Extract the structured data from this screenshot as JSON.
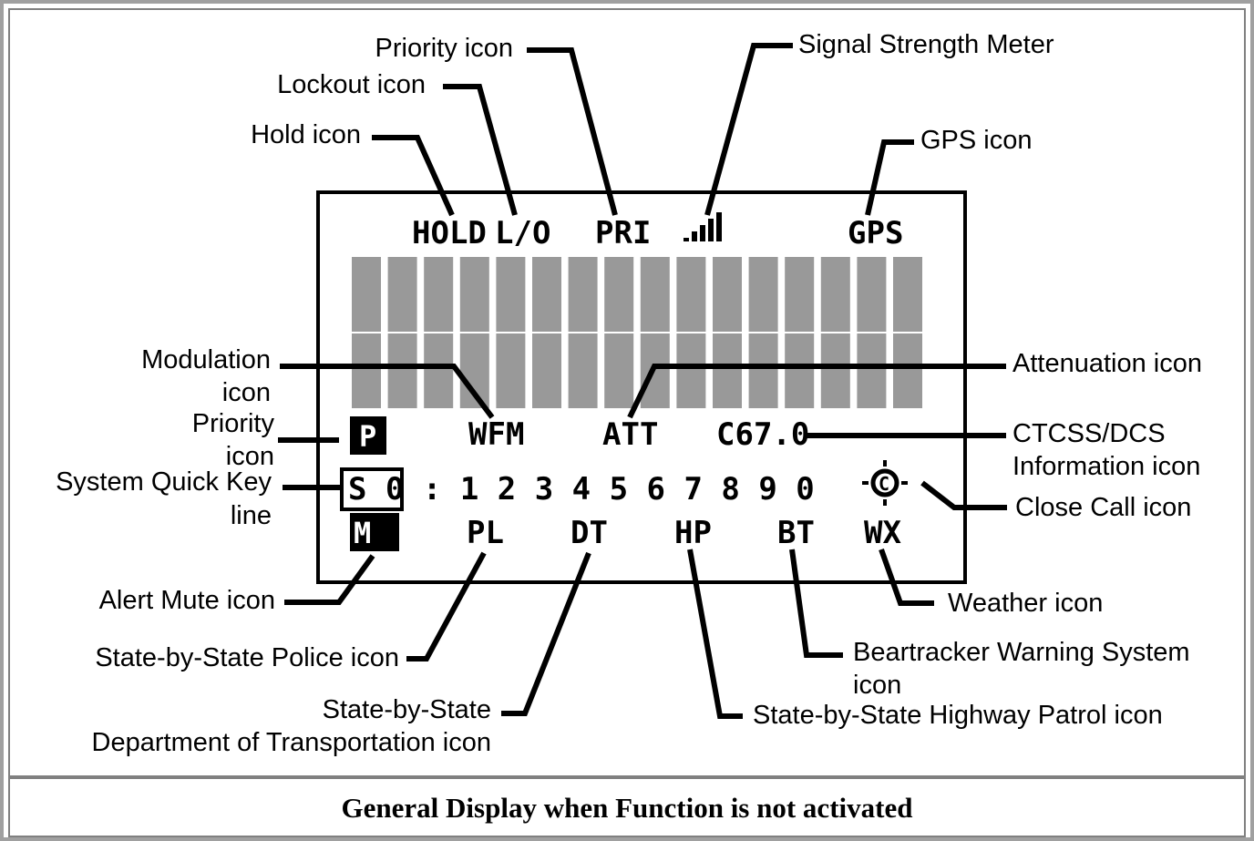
{
  "caption": "General Display when Function is not activated",
  "labels": {
    "priority_top": "Priority icon",
    "lockout": "Lockout icon",
    "hold": "Hold icon",
    "signal": "Signal Strength Meter",
    "gps": "GPS icon",
    "modulation_1": "Modulation",
    "modulation_2": "icon",
    "priority_left_1": "Priority",
    "priority_left_2": "icon",
    "sqk_1": "System Quick Key",
    "sqk_2": "line",
    "alert_mute": "Alert Mute icon",
    "police": "State-by-State Police icon",
    "dot_1": "State-by-State",
    "dot_2": "Department of Transportation icon",
    "attenuation": "Attenuation icon",
    "ctcss_1": "CTCSS/DCS",
    "ctcss_2": "Information icon",
    "close_call": "Close Call icon",
    "weather": "Weather icon",
    "beartracker_1": "Beartracker Warning System",
    "beartracker_2": "icon",
    "highway": "State-by-State Highway Patrol icon"
  },
  "lcd": {
    "hold": "HOLD",
    "lockout": "L/O",
    "priority": "PRI",
    "gps": "GPS",
    "p_badge": "P",
    "modulation": "WFM",
    "attenuation": "ATT",
    "ctcss": "C67.0",
    "sqk_line": "S 0 : 1 2 3 4 5 6 7 8 9 0",
    "m_badge": "M",
    "police": "PL",
    "dot": "DT",
    "highway": "HP",
    "beartracker": "BT",
    "weather": "WX",
    "close_call_glyph": "C"
  },
  "signal_strength_bars": 5,
  "char_grid": {
    "columns": 16,
    "rows": 2
  },
  "colors": {
    "cell": "#999999",
    "ink": "#000000",
    "border": "#a0a0a0"
  }
}
